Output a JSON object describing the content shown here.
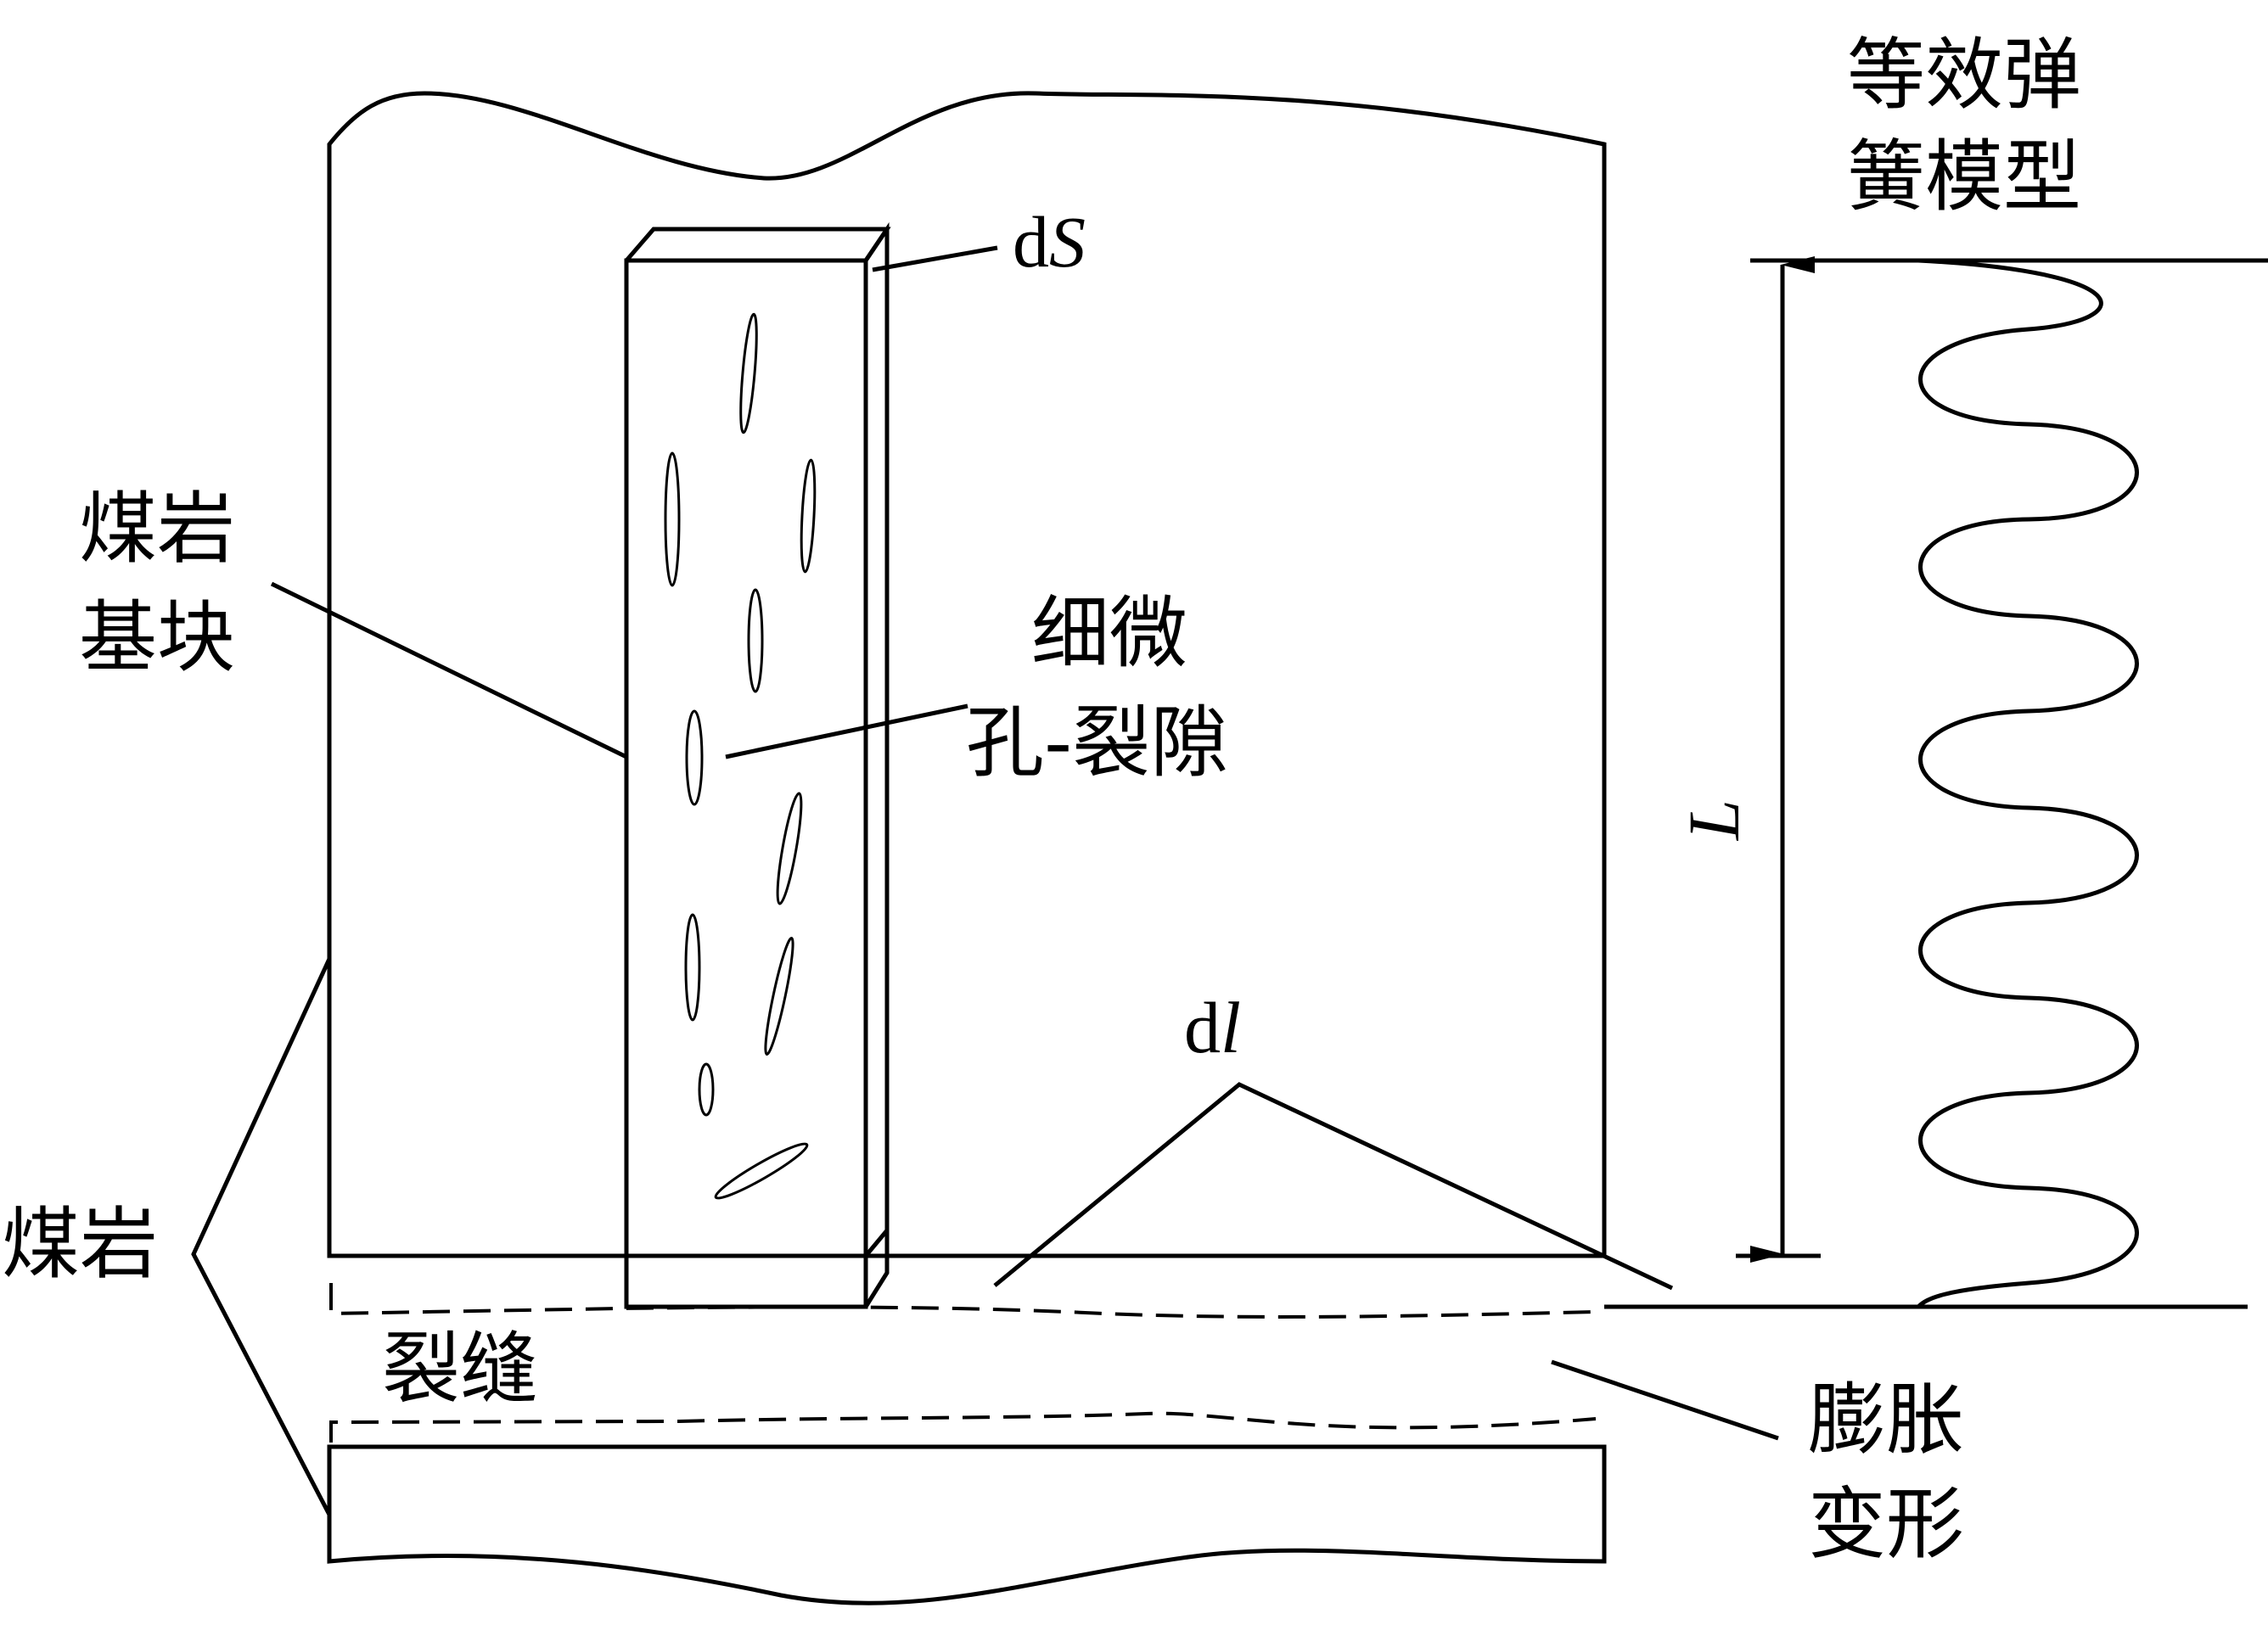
{
  "labels": {
    "spring_model_line1": "等效弹",
    "spring_model_line2": "簧模型",
    "ds_prefix": "d",
    "ds_var": "S",
    "coal_matrix_line1": "煤岩",
    "coal_matrix_line2": "基块",
    "micro_pore_line1": "细微",
    "micro_pore_line2": "孔-裂隙",
    "length_var": "L",
    "dl_prefix": "d",
    "dl_var": "l",
    "coal_rock": "煤岩",
    "fracture": "裂缝",
    "swelling_line1": "膨胀",
    "swelling_line2": "变形"
  },
  "colors": {
    "stroke": "#000000",
    "background": "#ffffff"
  }
}
